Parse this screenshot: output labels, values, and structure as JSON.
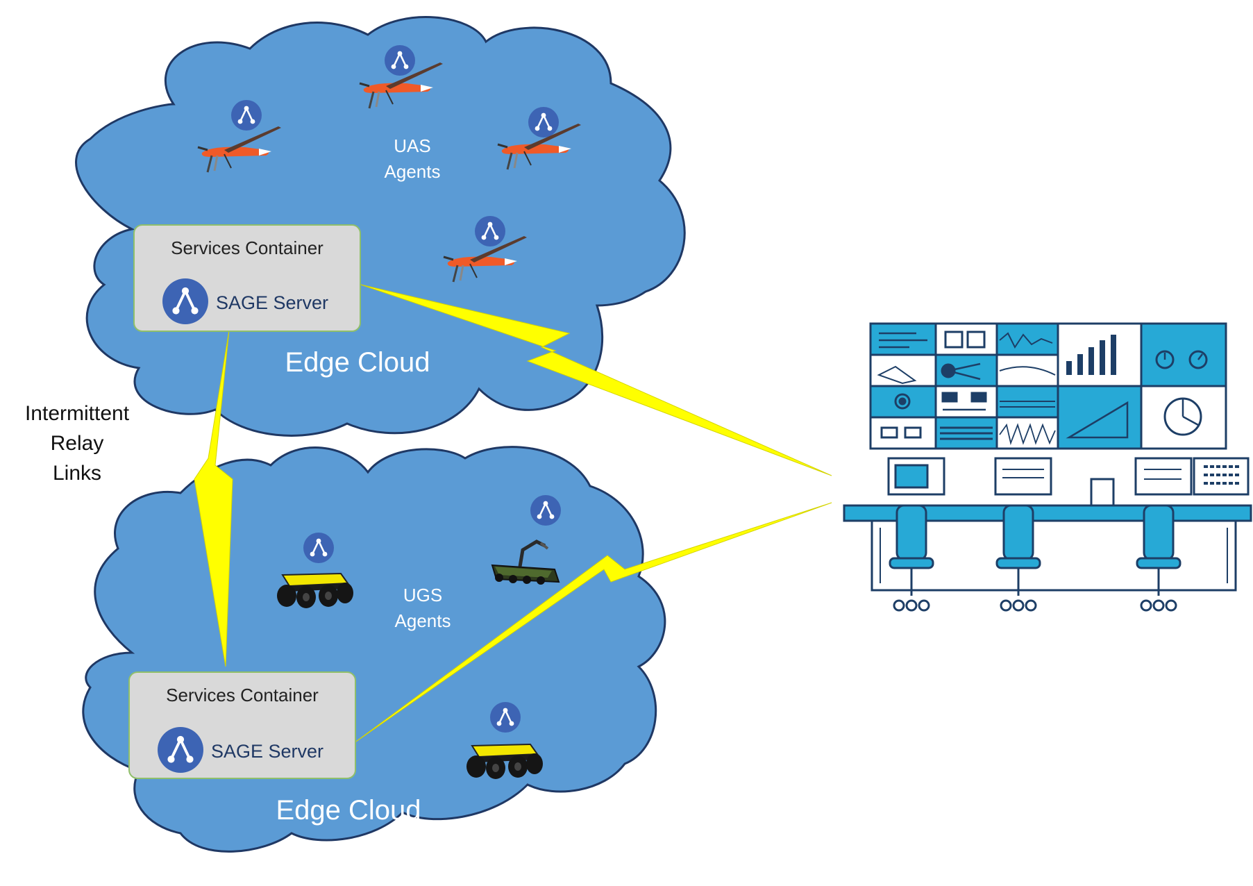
{
  "clouds": {
    "uas": {
      "agents_label": [
        "UAS",
        "Agents"
      ],
      "edge_label": "Edge Cloud",
      "container": {
        "title": "Services Container",
        "server_label": "SAGE Server"
      }
    },
    "ugs": {
      "agents_label": [
        "UGS",
        "Agents"
      ],
      "edge_label": "Edge Cloud",
      "container": {
        "title": "Services Container",
        "server_label": "SAGE Server"
      }
    }
  },
  "relay_label": [
    "Intermittent",
    "Relay",
    "Links"
  ],
  "colors": {
    "cloud_fill": "#5b9bd5",
    "cloud_stroke": "#1f3864",
    "container_fill": "#d9d9d9",
    "container_stroke": "#8fbf6a",
    "sage_icon": "#3d64b4",
    "lightning": "#ffff00",
    "control_blue": "#27a9d6",
    "control_dark": "#1d3e66"
  },
  "icons": [
    "sage-agent-icon",
    "drone-icon",
    "ground-robot-icon",
    "tracked-robot-icon",
    "control-room-icon"
  ]
}
